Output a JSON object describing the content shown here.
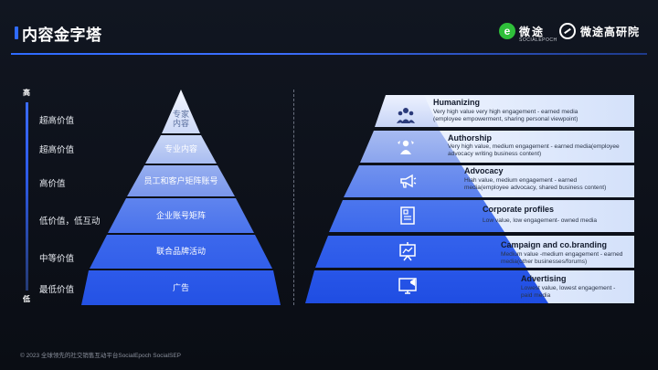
{
  "header": {
    "title": "内容金字塔",
    "logo1_text": "微途",
    "logo1_sub": "SOCIALEPOCH",
    "logo2_text": "微途高研院"
  },
  "scale": {
    "high": "高",
    "low": "低",
    "levels": [
      "超高价值",
      "超高价值",
      "高价值",
      "低价值，低互动",
      "中等价值",
      "最低价值"
    ]
  },
  "left_pyramid": {
    "layers": [
      "专家\n内容",
      "专业内容",
      "员工和客户矩阵账号",
      "企业账号矩阵",
      "联合品牌活动",
      "广告"
    ]
  },
  "right_pyramid": {
    "layers": [
      {
        "title": "Humanizing",
        "desc": "Very high value very high engagement - earned media\n(employee empowerment, sharing personal viewpoint)",
        "icon": "people-group-icon"
      },
      {
        "title": "Authorship",
        "desc": "Very high value, medium engagement - earned media(employee\nadvocacy writing business content)",
        "icon": "author-award-icon"
      },
      {
        "title": "Advocacy",
        "desc": "Hiah value, medium engagement - earned\nmedia(employee advocacy, shared business content)",
        "icon": "megaphone-icon"
      },
      {
        "title": "Corporate profiles",
        "desc": "Low value, low engagement- owned media",
        "icon": "document-profile-icon"
      },
      {
        "title": "Campaign and co.branding",
        "desc": "Medium value -medium engagement - earned\nmedia(other businesses/forums)",
        "icon": "presentation-board-icon"
      },
      {
        "title": "Advertising",
        "desc": "Lowest value, lowest engagement -\npaid media",
        "icon": "ad-monitor-icon"
      }
    ]
  },
  "footer": {
    "text": "© 2023 全球领先的社交销售互动平台SocialEpoch SocialSEP"
  },
  "colors": {
    "accent": "#2f6bff",
    "band_light": "#dde8fb",
    "pyramid_top": "#eef3ff",
    "pyramid_bottom": "#2553e8"
  }
}
